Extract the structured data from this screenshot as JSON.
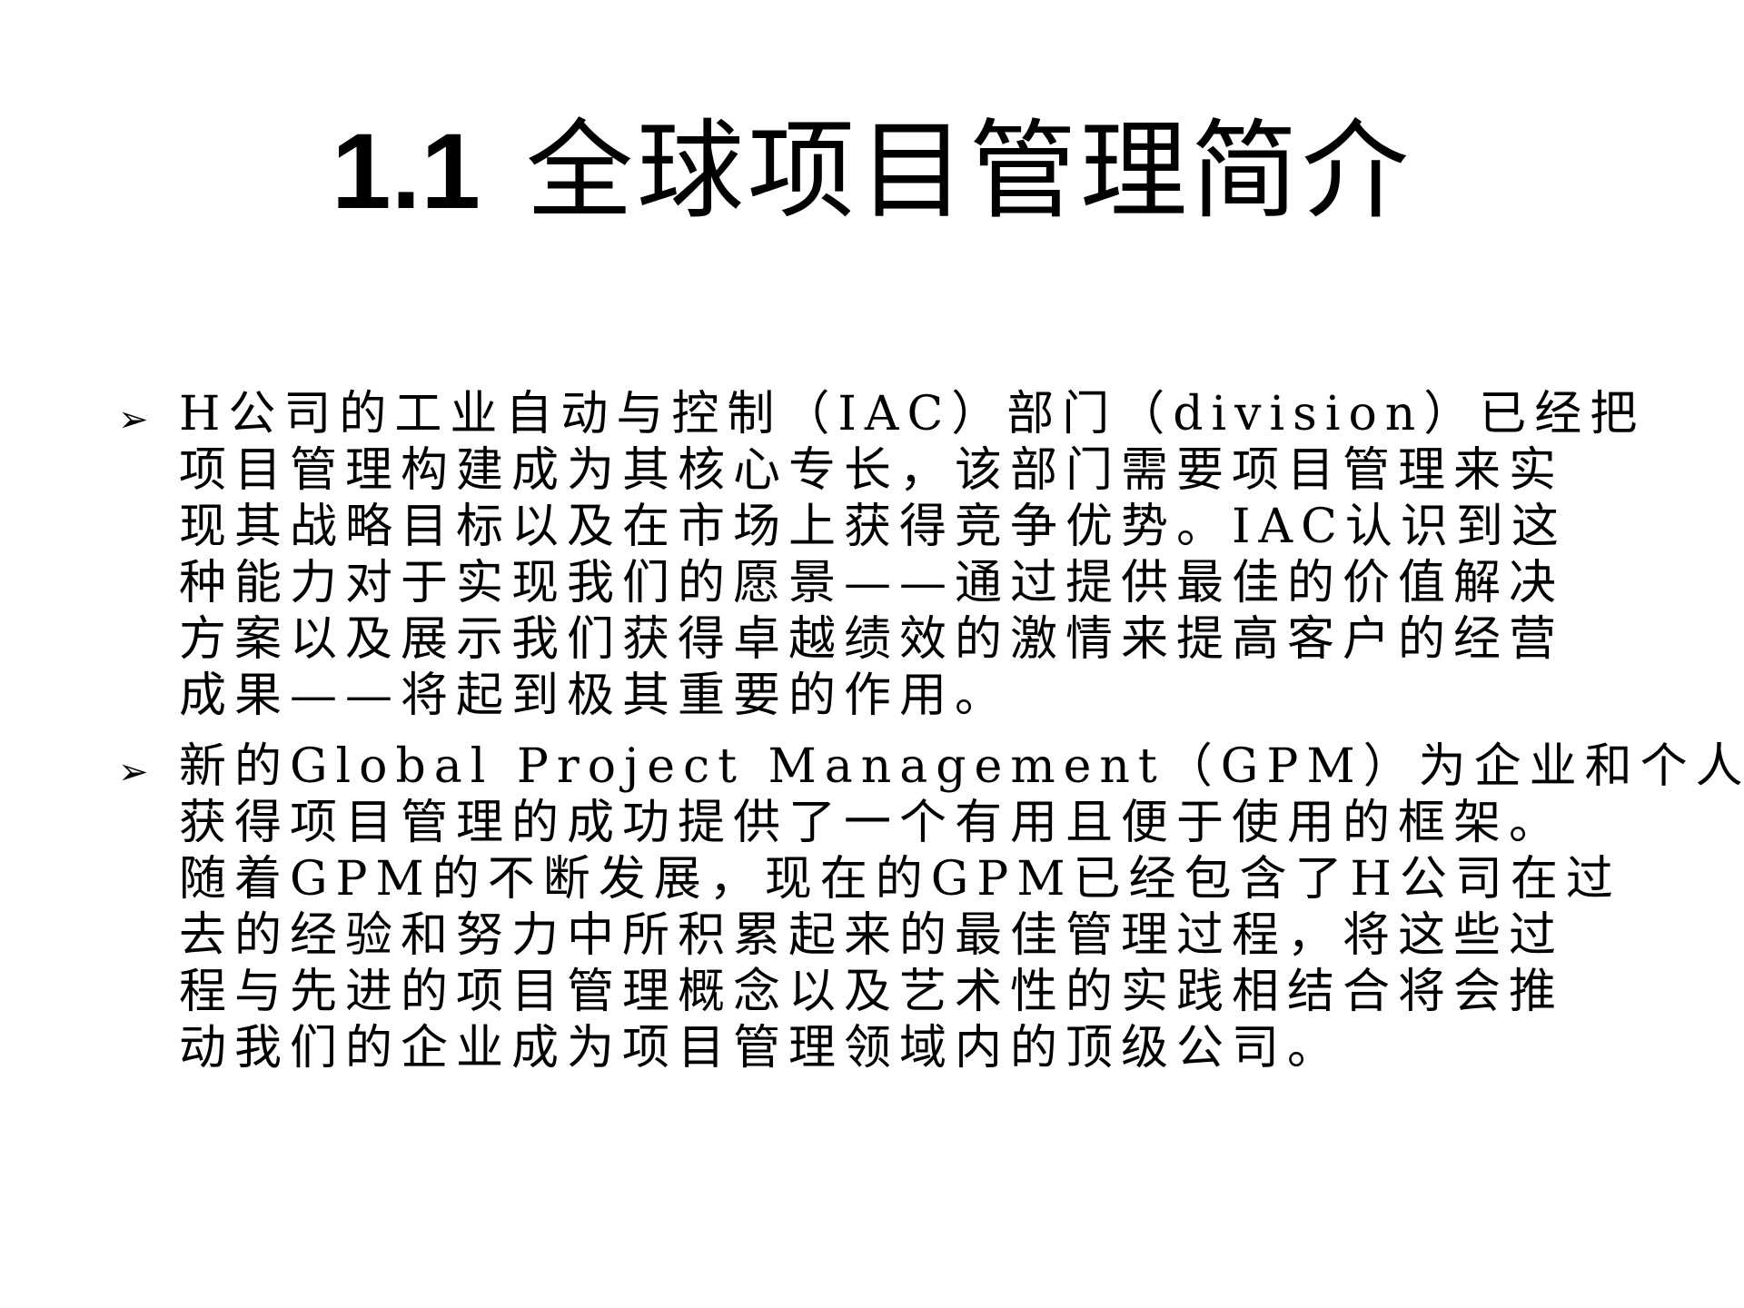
{
  "slide": {
    "title_number": "1.1",
    "title_text": "全球项目管理简介",
    "bullet_icon": "arrowhead-bullet-icon",
    "paragraphs": [
      {
        "lines": [
          "H公司的工业自动与控制（IAC）部门（division）已经把",
          "项目管理构建成为其核心专长，该部门需要项目管理来实",
          "现其战略目标以及在市场上获得竞争优势。IAC认识到这",
          "种能力对于实现我们的愿景——通过提供最佳的价值解决",
          "方案以及展示我们获得卓越绩效的激情来提高客户的经营",
          "成果——将起到极其重要的作用。"
        ]
      },
      {
        "lines": [
          "新的Global Project Management（GPM）为企业和个人",
          "获得项目管理的成功提供了一个有用且便于使用的框架。",
          "随着GPM的不断发展，现在的GPM已经包含了H公司在过",
          "去的经验和努力中所积累起来的最佳管理过程，将这些过",
          "程与先进的项目管理概念以及艺术性的实践相结合将会推",
          "动我们的企业成为项目管理领域内的顶级公司。"
        ]
      }
    ]
  }
}
